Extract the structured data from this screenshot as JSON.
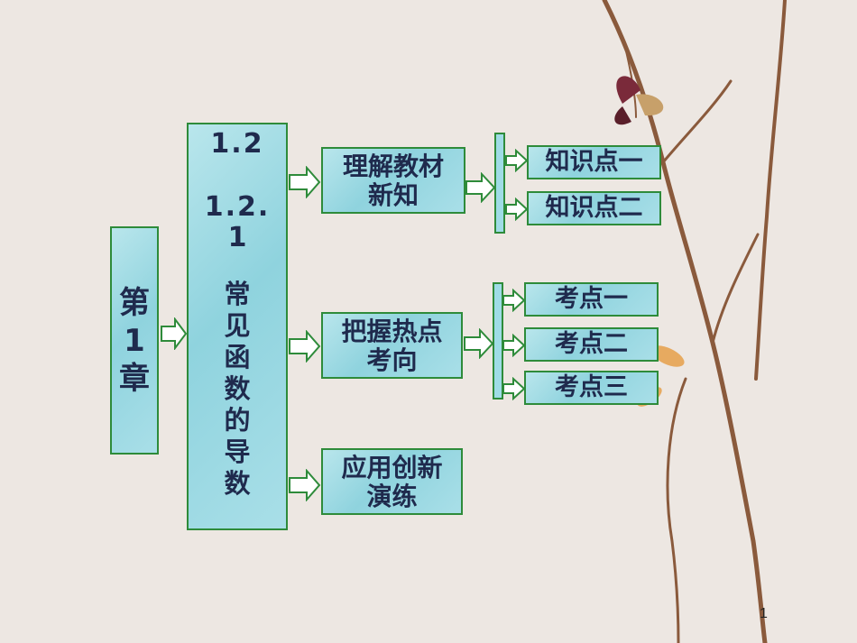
{
  "chapter": "第1章",
  "section": {
    "num1": "1.2",
    "num2": "1.2.",
    "num3": "1",
    "title": "常见函数的导数"
  },
  "modules": [
    "理解教材新知",
    "把握热点考向",
    "应用创新演练"
  ],
  "module1_items": [
    "知识点一",
    "知识点二"
  ],
  "module2_items": [
    "考点一",
    "考点二",
    "考点三"
  ],
  "page_number": "1",
  "colors": {
    "box_border": "#2e8b3a",
    "box_fill": "#9fdce6",
    "text": "#1f2a4d"
  }
}
